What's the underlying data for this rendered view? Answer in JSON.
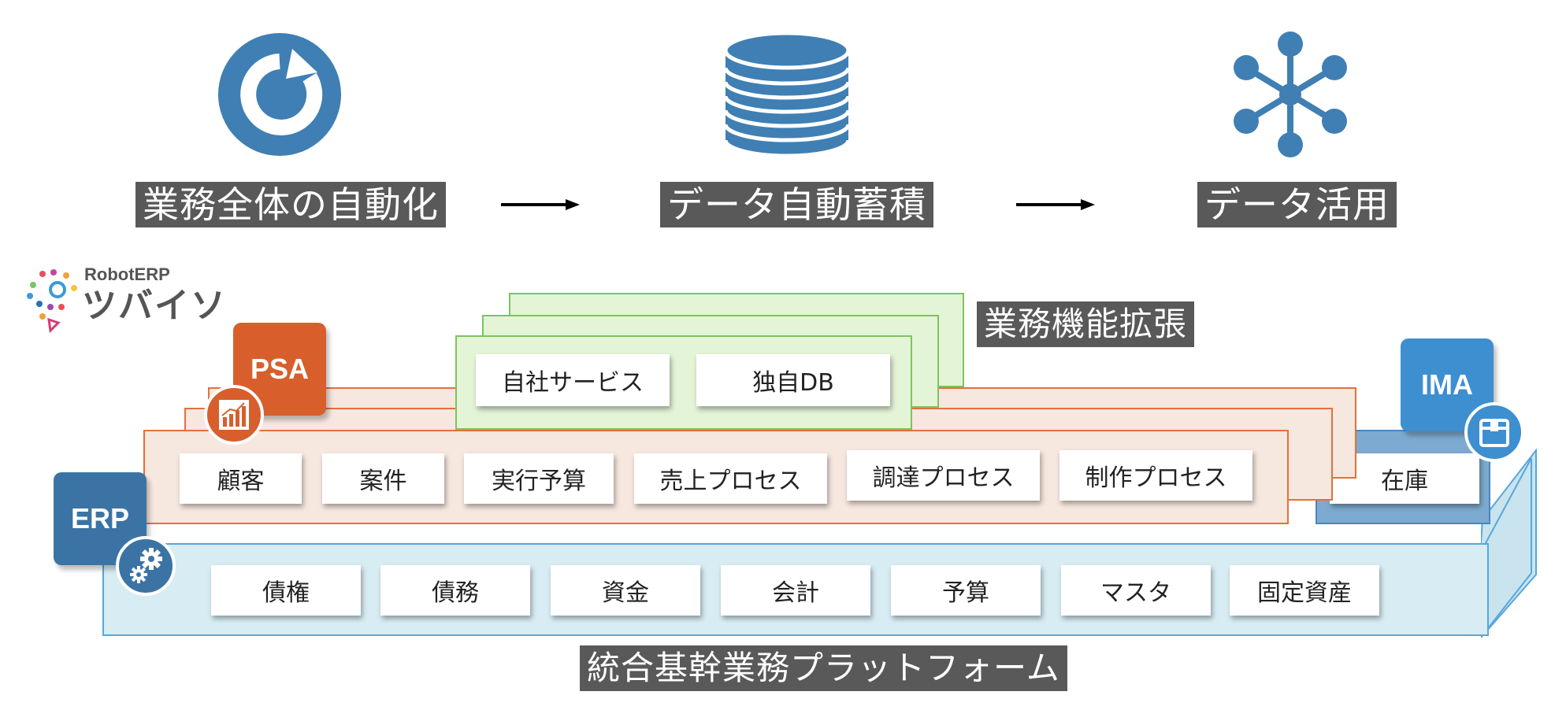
{
  "top_steps": [
    {
      "label": "業務全体の自動化",
      "icon": "refresh-icon"
    },
    {
      "label": "データ自動蓄積",
      "icon": "database-icon"
    },
    {
      "label": "データ活用",
      "icon": "network-hub-icon"
    }
  ],
  "logo": {
    "brand": "RobotERP",
    "name": "ツバイソ"
  },
  "extension": {
    "label": "業務機能拡張",
    "cards": [
      "自社サービス",
      "独自DB"
    ]
  },
  "psa": {
    "badge": "PSA",
    "icon": "chart-icon",
    "cards": [
      "顧客",
      "案件",
      "実行予算",
      "売上プロセス",
      "調達プロセス",
      "制作プロセス"
    ]
  },
  "ima": {
    "badge": "IMA",
    "icon": "box-icon",
    "cards": [
      "在庫"
    ]
  },
  "erp": {
    "badge": "ERP",
    "icon": "gear-icon",
    "cards": [
      "債権",
      "債務",
      "資金",
      "会計",
      "予算",
      "マスタ",
      "固定資産"
    ]
  },
  "platform_label": "統合基幹業務プラットフォーム",
  "colors": {
    "icon_blue": "#3f7fb4",
    "label_bg": "#595959",
    "psa_orange": "#d85f2c",
    "ima_blue": "#3d8fd0",
    "erp_blue": "#3b74a4",
    "ext_green": "#7dc45e"
  }
}
